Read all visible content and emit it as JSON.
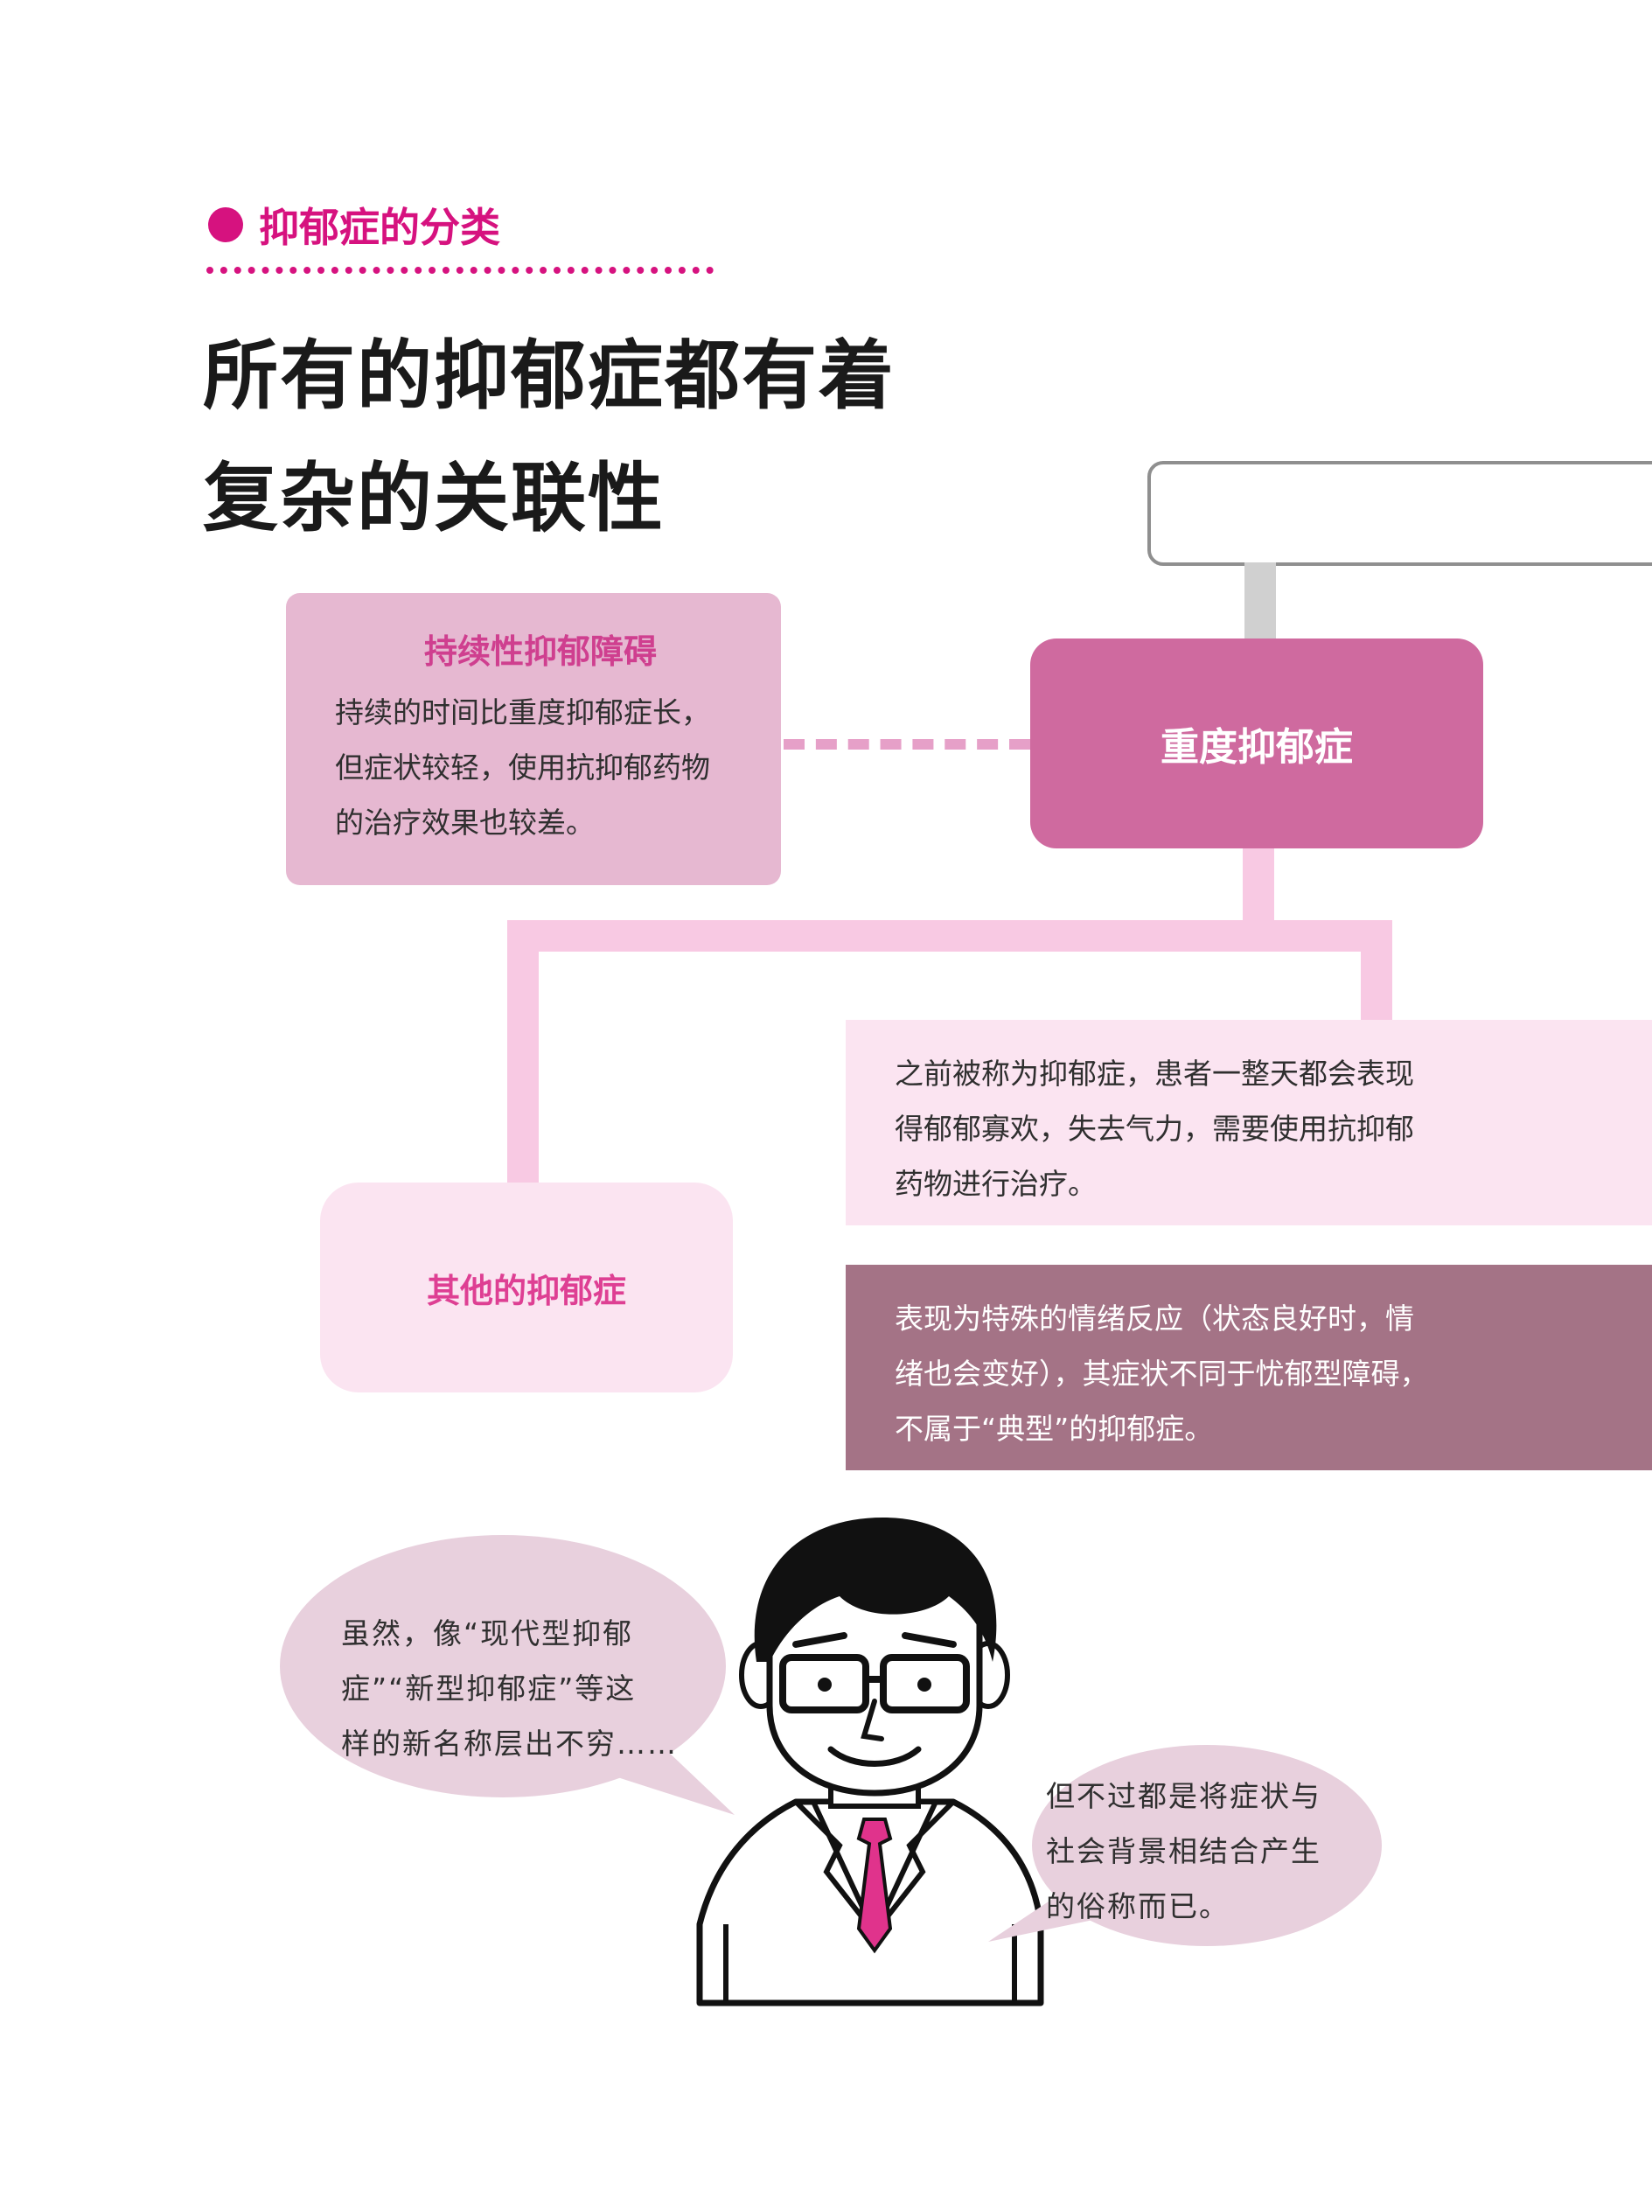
{
  "section": {
    "label": "抑郁症的分类"
  },
  "title": {
    "line1": "所有的抑郁症都有着",
    "line2": "复杂的关联性"
  },
  "persistent": {
    "heading": "持续性抑郁障碍",
    "lines": [
      "持续的时间比重度抑郁症长，",
      "但症状较轻，使用抗抑郁药物",
      "的治疗效果也较差。"
    ]
  },
  "major": {
    "label": "重度抑郁症"
  },
  "other": {
    "label": "其他的抑郁症"
  },
  "major_desc": {
    "lines": [
      "之前被称为抑郁症，患者一整天都会表现",
      "得郁郁寡欢，失去气力，需要使用抗抑郁",
      "药物进行治疗。"
    ]
  },
  "other_desc": {
    "lines": [
      "表现为特殊的情绪反应（状态良好时，情",
      "绪也会变好），其症状不同于忧郁型障碍，",
      "不属于“典型”的抑郁症。"
    ]
  },
  "bubble_left": {
    "lines": [
      "虽然，像“现代型抑郁",
      "症”“新型抑郁症”等这",
      "样的新名称层出不穷……"
    ]
  },
  "bubble_right": {
    "lines": [
      "但不过都是将症状与",
      "社会背景相结合产生",
      "的俗称而已。"
    ]
  },
  "colors": {
    "accent": "#d6127f",
    "major_box": "#cf6a9f",
    "persistent_box": "#e6b8d1",
    "light_pink": "#fbe4f1",
    "mauve": "#a47386",
    "bubble": "#e8d0dd",
    "tie": "#e0338c"
  }
}
